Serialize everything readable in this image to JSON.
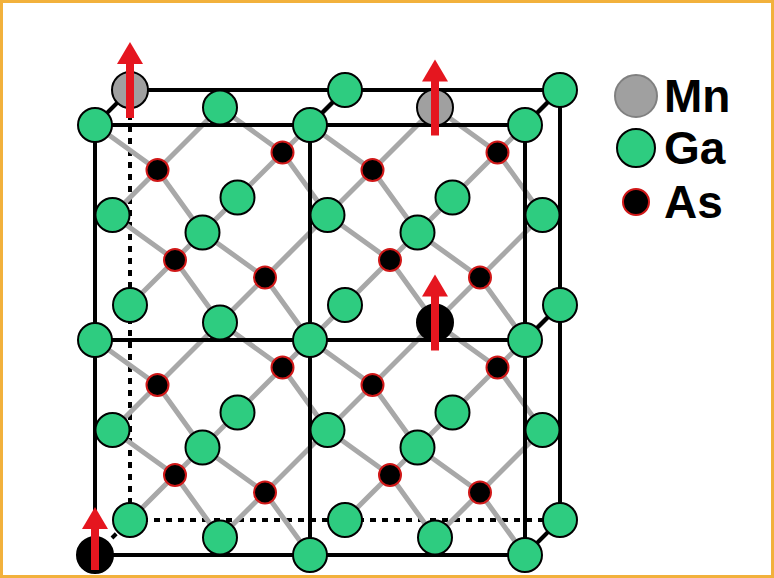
{
  "diagram": {
    "legend": [
      {
        "text": "Mn",
        "color": "#a0a0a0"
      },
      {
        "text": "Ga",
        "color": "#2ecc80"
      },
      {
        "text": "As",
        "color": "#000000"
      }
    ]
  }
}
